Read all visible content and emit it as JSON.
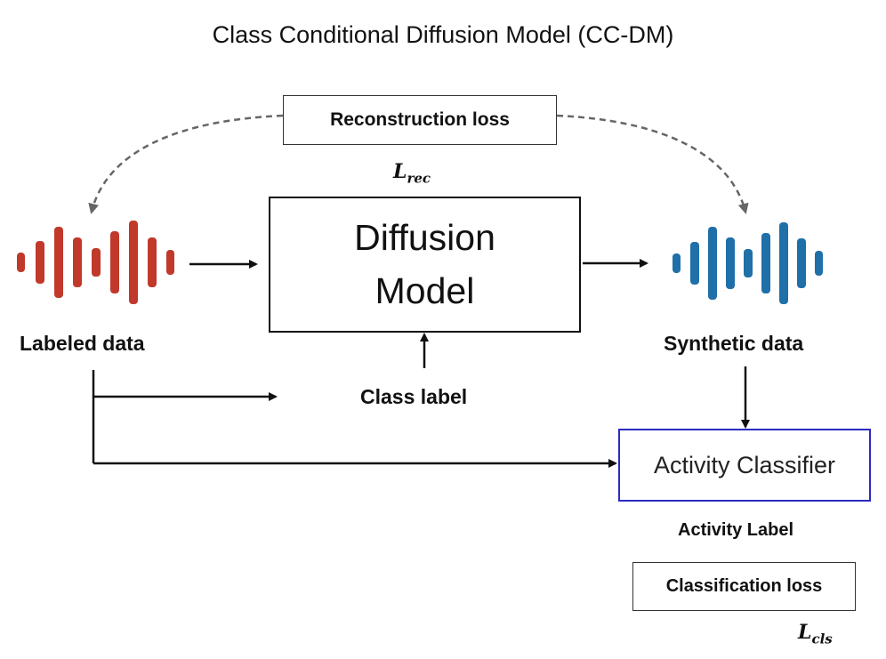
{
  "title": "Class Conditional Diffusion Model (CC-DM)",
  "reconstruction_loss": {
    "label": "Reconstruction loss",
    "symbol_base": "L",
    "symbol_sub": "rec"
  },
  "diffusion_model": {
    "line1": "Diffusion",
    "line2": "Model"
  },
  "labeled_data": {
    "label": "Labeled data",
    "color": "#c0392b"
  },
  "synthetic_data": {
    "label": "Synthetic data",
    "color": "#1f6fa8"
  },
  "class_label": {
    "label": "Class label"
  },
  "activity_classifier": {
    "label": "Activity Classifier",
    "border_color": "#2b2bbf"
  },
  "activity_label": {
    "label": "Activity Label"
  },
  "classification_loss": {
    "label": "Classification loss",
    "symbol_base": "L",
    "symbol_sub": "cls"
  }
}
